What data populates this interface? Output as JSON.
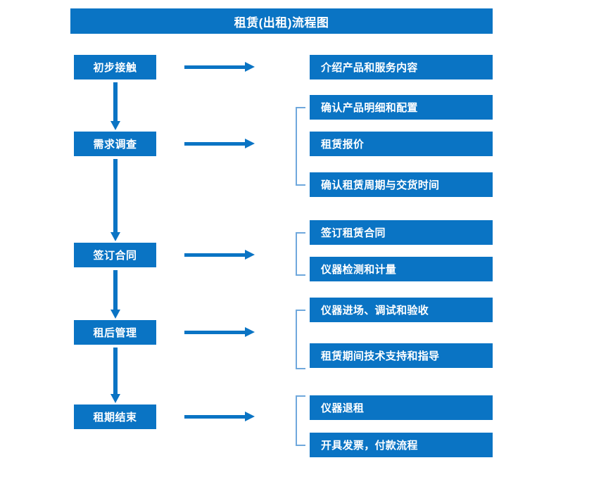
{
  "diagram": {
    "title": "租赁(出租)流程图",
    "accent_color": "#0a74c4",
    "bracket_color": "#6fa8dc",
    "text_color": "#ffffff",
    "background_color": "#ffffff",
    "stages": [
      {
        "label": "初步接触"
      },
      {
        "label": "需求调查"
      },
      {
        "label": "签订合同"
      },
      {
        "label": "租后管理"
      },
      {
        "label": "租期结束"
      }
    ],
    "details": [
      {
        "label": "介绍产品和服务内容"
      },
      {
        "label": "确认产品明细和配置"
      },
      {
        "label": "租赁报价"
      },
      {
        "label": "确认租赁周期与交货时间"
      },
      {
        "label": "签订租赁合同"
      },
      {
        "label": "仪器检测和计量"
      },
      {
        "label": "仪器进场、调试和验收"
      },
      {
        "label": "租赁期间技术支持和指导"
      },
      {
        "label": "仪器退租"
      },
      {
        "label": "开具发票，付款流程"
      }
    ]
  }
}
